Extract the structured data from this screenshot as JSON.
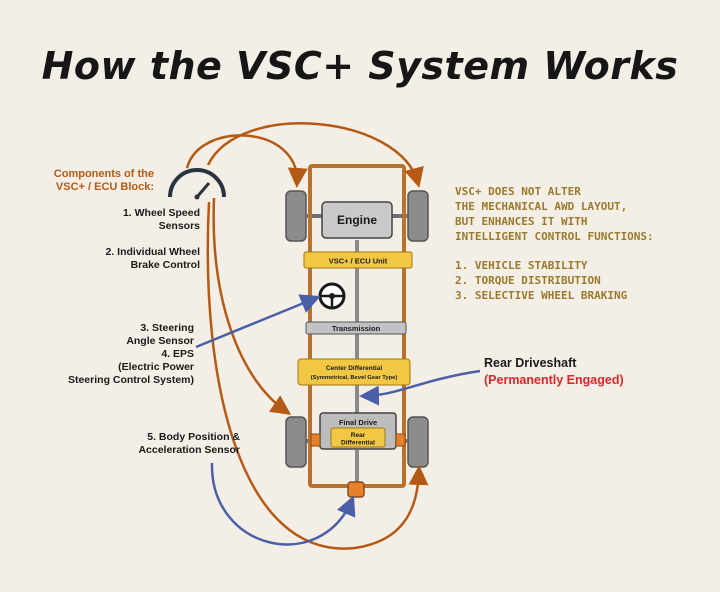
{
  "title": "How the VSC+ System Works",
  "components_header": [
    "Components of the",
    "VSC+ / ECU Block:"
  ],
  "left_labels": {
    "wheel_speed": [
      "1. Wheel Speed",
      "Sensors"
    ],
    "brake_control": [
      "2. Individual Wheel",
      "Brake Control"
    ],
    "steering": [
      "3. Steering",
      "Angle Sensor",
      "4. EPS",
      "(Electric Power",
      "Steering Control System)"
    ],
    "body_position": [
      "5. Body Position &",
      "Acceleration Sensor"
    ]
  },
  "right_note": {
    "lines": [
      "VSC+ DOES NOT ALTER",
      "THE MECHANICAL AWD LAYOUT,",
      "BUT ENHANCES IT WITH",
      "INTELLIGENT CONTROL FUNCTIONS:"
    ],
    "functions": [
      "1.  VEHICLE STABILITY",
      "2. TORQUE DISTRIBUTION",
      "3. SELECTIVE WHEEL BRAKING"
    ]
  },
  "rear_driveshaft": {
    "title": "Rear Driveshaft",
    "subtitle": "(Permanently Engaged)"
  },
  "chassis": {
    "engine": "Engine",
    "ecu": "VSC+ / ECU Unit",
    "transmission": "Transmission",
    "center_diff": [
      "Center Differential",
      "(Symmetrical, Bevel Gear Type)"
    ],
    "final_drive": "Final Drive",
    "rear_diff": [
      "Rear",
      "Differential"
    ]
  },
  "colors": {
    "background": "#f4efe6",
    "frame": "#b9722e",
    "arrow_orange": "#b55a14",
    "arrow_blue": "#4a5fa8",
    "ecu_yellow": "#f2c744",
    "gray": "#bdbdbd",
    "highlight_red": "#e0252a"
  },
  "icons": [
    "gauge-icon",
    "steering-wheel-icon"
  ]
}
